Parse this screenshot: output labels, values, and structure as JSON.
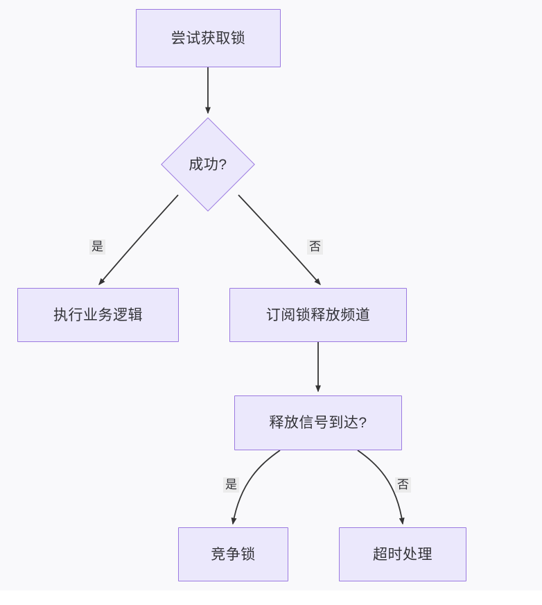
{
  "diagram": {
    "type": "flowchart",
    "direction": "top-down",
    "title_text": "",
    "colors": {
      "node_fill": "#ebe8fc",
      "node_border": "#9b79e0",
      "node_text": "#333338",
      "edge_stroke": "#333333",
      "edge_label_bg": "#ececec",
      "canvas_bg": "#f9f9fb",
      "page_bg": "#ffffff"
    },
    "nodes": [
      {
        "id": "n1",
        "label": "尝试获取锁",
        "shape": "rect"
      },
      {
        "id": "n2",
        "label": "成功?",
        "shape": "diamond"
      },
      {
        "id": "n3",
        "label": "执行业务逻辑",
        "shape": "rect"
      },
      {
        "id": "n4",
        "label": "订阅锁释放频道",
        "shape": "rect"
      },
      {
        "id": "n5",
        "label": "释放信号到达?",
        "shape": "rect"
      },
      {
        "id": "n6",
        "label": "竞争锁",
        "shape": "rect"
      },
      {
        "id": "n7",
        "label": "超时处理",
        "shape": "rect"
      }
    ],
    "edges": [
      {
        "from": "n1",
        "to": "n2",
        "label": ""
      },
      {
        "from": "n2",
        "to": "n3",
        "label": "是"
      },
      {
        "from": "n2",
        "to": "n4",
        "label": "否"
      },
      {
        "from": "n4",
        "to": "n5",
        "label": ""
      },
      {
        "from": "n5",
        "to": "n6",
        "label": "是"
      },
      {
        "from": "n5",
        "to": "n7",
        "label": "否"
      }
    ],
    "edge_labels": {
      "yes_top": "是",
      "no_top": "否",
      "yes_bottom": "是",
      "no_bottom": "否"
    }
  }
}
